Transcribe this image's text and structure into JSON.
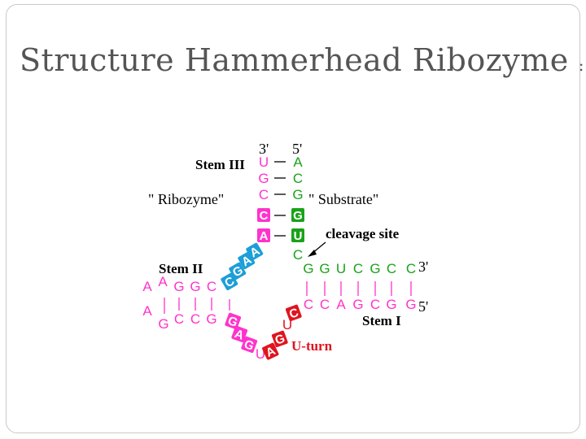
{
  "slide": {
    "title": "Structure Hammerhead Ribozyme",
    "title_suffix": ":"
  },
  "diagram": {
    "colors": {
      "ribozyme": "#ff33cc",
      "substrate": "#1aa21a",
      "stem2_highlight": "#1c9ed8",
      "uturn": "#e0141e",
      "black": "#000000"
    },
    "labels": {
      "end3_top": "3'",
      "end5_top": "5'",
      "stem3": "Stem III",
      "ribozyme": "\" Ribozyme\"",
      "substrate": "\" Substrate\"",
      "cleavage_site": "cleavage site",
      "stem2": "Stem II",
      "stem1": "Stem I",
      "end3_right": "3'",
      "end5_right": "5'",
      "uturn": "U-turn"
    },
    "stem3_left": [
      "U",
      "G",
      "C",
      "C",
      "A"
    ],
    "stem3_right": [
      "A",
      "C",
      "G",
      "G",
      "U",
      "C"
    ],
    "stem2_diag": [
      "A",
      "A",
      "G",
      "C"
    ],
    "stem2_top": [
      "A",
      "A",
      "G",
      "G",
      "C"
    ],
    "stem2_bottom": [
      "A",
      "G",
      "C",
      "C",
      "G"
    ],
    "core_bottom": [
      "G",
      "A",
      "G",
      "U",
      "A"
    ],
    "uturn_nts": [
      "G",
      "U",
      "C"
    ],
    "stem1_top": [
      "G",
      "G",
      "U",
      "C",
      "G",
      "C",
      "C"
    ],
    "stem1_bottom": [
      "C",
      "C",
      "A",
      "G",
      "C",
      "G",
      "G"
    ]
  }
}
